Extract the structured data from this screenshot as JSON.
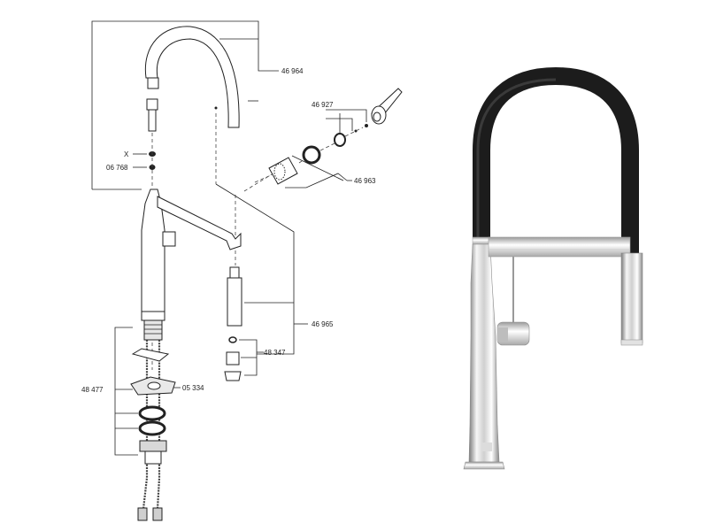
{
  "diagram": {
    "part_numbers": {
      "spout_assembly": "46 964",
      "lever_handle": "46 927",
      "cartridge_set": "46 963",
      "hose_spray_set": "46 965",
      "spray_head_parts": "48 347",
      "mounting_set": "48 477",
      "mounting_bracket": "05 334",
      "aerator_x": "X",
      "aerator": "06 768"
    },
    "colors": {
      "line": "#222222",
      "hose_black": "#1c1c1c",
      "chrome_light": "#f2f2f2",
      "chrome_mid": "#bdbdbd",
      "chrome_dark": "#6b6b6b"
    }
  }
}
